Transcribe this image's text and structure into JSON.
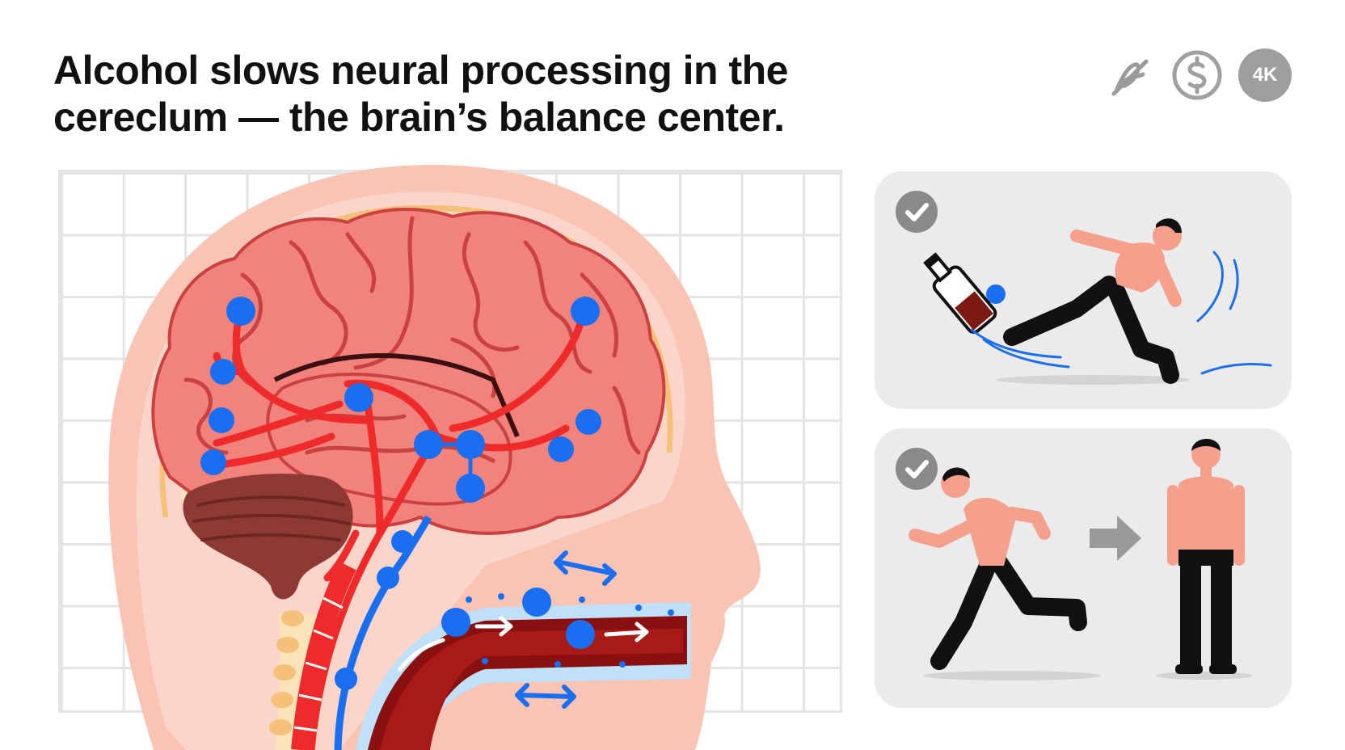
{
  "headline": {
    "line1": "Alcohol slows neural processing in the",
    "line2": "cereclum — the brain’s balance center."
  },
  "top_icons": {
    "icon1": "signature-slash-icon",
    "icon2": "dollar-circle-icon",
    "badge_label": "4K"
  },
  "illustration": {
    "subject": "head-cross-section",
    "colors": {
      "brain": "#f2827c",
      "brain_outline": "#c9423f",
      "cerebellum": "#8e3a34",
      "artery": "#ef2a2a",
      "neuron_node": "#1a6ff0",
      "skin": "#f9c4b4",
      "grid": "#e4e4e4"
    }
  },
  "panels": [
    {
      "scene": "drunk-person-falling",
      "badge": "check-icon"
    },
    {
      "scene": "person-running-then-standing-upright",
      "badge": "check-icon"
    }
  ]
}
